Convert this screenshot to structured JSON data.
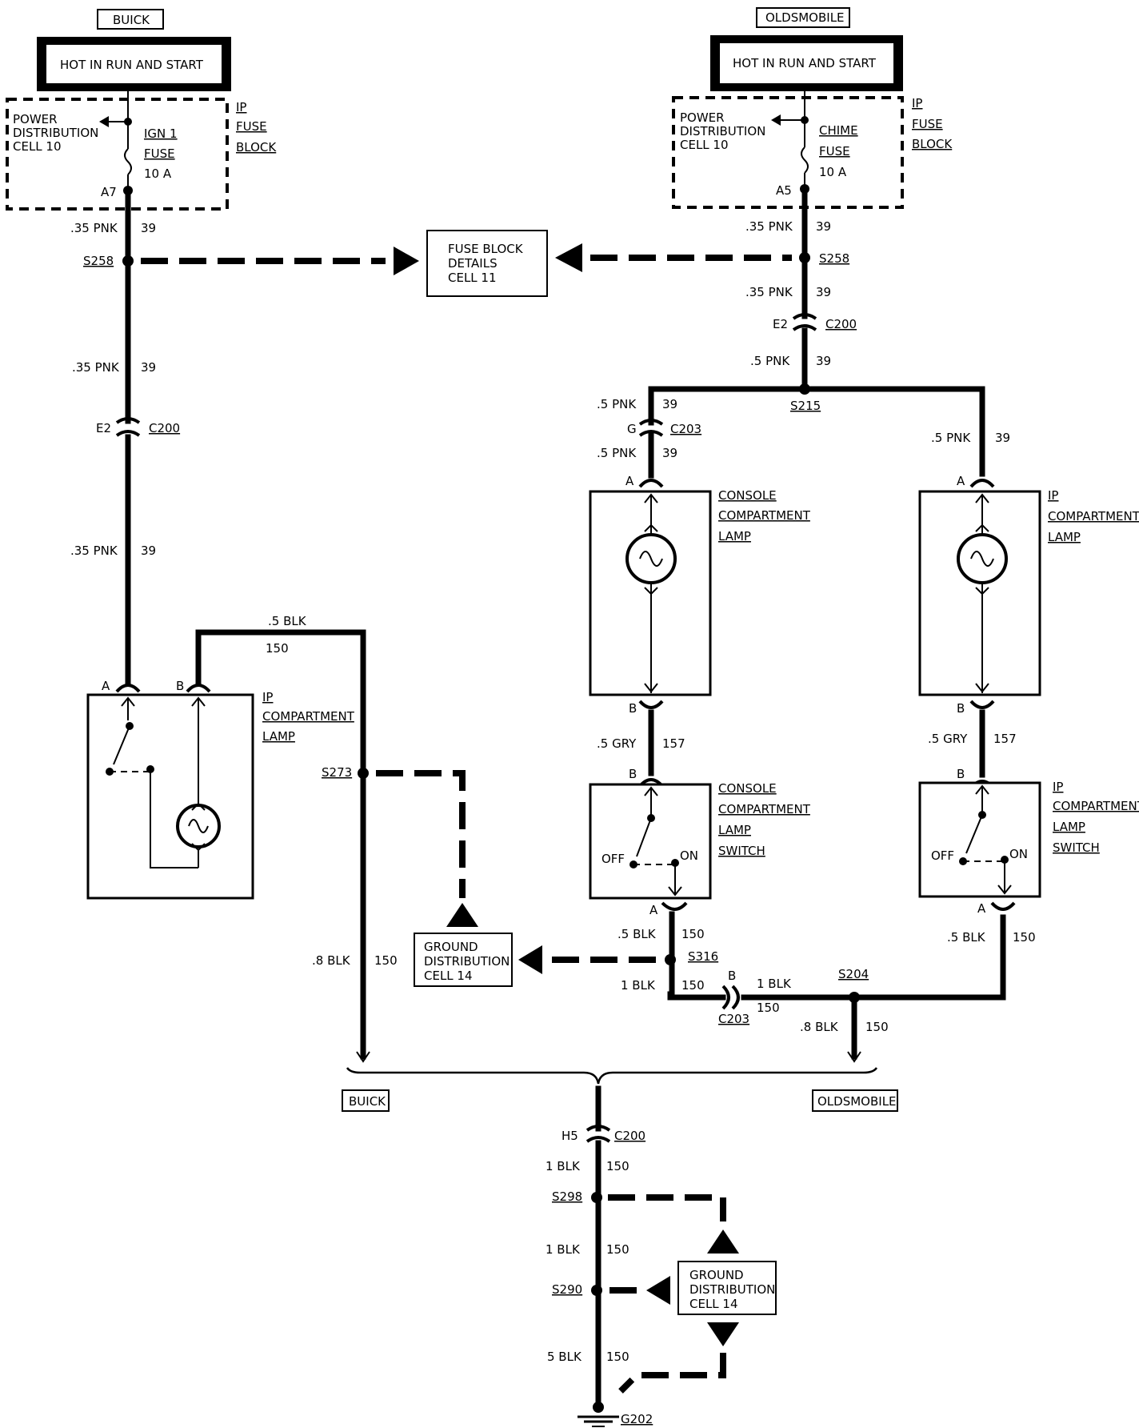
{
  "labels": {
    "buick_top": "BUICK",
    "olds_top": "OLDSMOBILE",
    "hot_left": "HOT IN RUN AND START",
    "hot_right": "HOT IN RUN AND START",
    "pd_left_1": "POWER",
    "pd_left_2": "DISTRIBUTION",
    "pd_left_3": "CELL 10",
    "pd_right_1": "POWER",
    "pd_right_2": "DISTRIBUTION",
    "pd_right_3": "CELL 10",
    "fuse_left_1": "IGN 1",
    "fuse_left_2": "FUSE",
    "fuse_left_3": "10 A",
    "fuse_right_1": "CHIME",
    "fuse_right_2": "FUSE",
    "fuse_right_3": "10 A",
    "ipfb_left_1": "IP",
    "ipfb_left_2": "FUSE",
    "ipfb_left_3": "BLOCK",
    "ipfb_right_1": "IP",
    "ipfb_right_2": "FUSE",
    "ipfb_right_3": "BLOCK",
    "a7": "A7",
    "a5": "A5",
    "fbd_1": "FUSE BLOCK",
    "fbd_2": "DETAILS",
    "fbd_3": "CELL 11",
    "w_l1": ".35 PNK",
    "w_l1n": "39",
    "s258_l": "S258",
    "w_l2": ".35 PNK",
    "w_l2n": "39",
    "e2_l": "E2",
    "c200_l": "C200",
    "w_l3": ".35 PNK",
    "w_l3n": "39",
    "blk5_top": ".5 BLK",
    "n150_top": "150",
    "pin_a_l": "A",
    "pin_b_l": "B",
    "ipc_l_1": "IP",
    "ipc_l_2": "COMPARTMENT",
    "ipc_l_3": "LAMP",
    "s273": "S273",
    "w_l4": ".8 BLK",
    "w_l4n": "150",
    "gd1_1": "GROUND",
    "gd1_2": "DISTRIBUTION",
    "gd1_3": "CELL 14",
    "w_r1": ".35 PNK",
    "w_r1n": "39",
    "s258_r": "S258",
    "w_r2": ".35 PNK",
    "w_r2n": "39",
    "e2_r": "E2",
    "c200_r": "C200",
    "w_r3": ".5 PNK",
    "w_r3n": "39",
    "s215": "S215",
    "w_r4": ".5 PNK",
    "w_r4n": "39",
    "g_pin": "G",
    "c203_top": "C203",
    "w_r5": ".5 PNK",
    "w_r5n": "39",
    "w_r6": ".5 PNK",
    "w_r6n": "39",
    "pin_a_cc": "A",
    "pin_a_ip": "A",
    "ccl_1": "CONSOLE",
    "ccl_2": "COMPARTMENT",
    "ccl_3": "LAMP",
    "ipl_1": "IP",
    "ipl_2": "COMPARTMENT",
    "ipl_3": "LAMP",
    "pin_b_cc1": "B",
    "pin_b_ip1": "B",
    "w_gry_l": ".5 GRY",
    "w_gry_ln": "157",
    "w_gry_r": ".5 GRY",
    "w_gry_rn": "157",
    "pin_b_cc2": "B",
    "pin_b_ip2": "B",
    "ccs_1": "CONSOLE",
    "ccs_2": "COMPARTMENT",
    "ccs_3": "LAMP",
    "ccs_4": "SWITCH",
    "ips_1": "IP",
    "ips_2": "COMPARTMENT",
    "ips_3": "LAMP",
    "ips_4": "SWITCH",
    "off_l": "OFF",
    "on_l": "ON",
    "off_r": "OFF",
    "on_r": "ON",
    "pin_a_ccs": "A",
    "pin_a_ips": "A",
    "w_blk_cc": ".5 BLK",
    "w_blk_ccn": "150",
    "w_blk_ip": ".5 BLK",
    "w_blk_ipn": "150",
    "s316": "S316",
    "w_1blk_a": "1 BLK",
    "w_1blk_an": "150",
    "pin_b_c203": "B",
    "c203_bot": "C203",
    "w_1blk_b": "1 BLK",
    "w_1blk_bn": "150",
    "s204": "S204",
    "w_8blk_r": ".8 BLK",
    "w_8blk_rn": "150",
    "buick_bot": "BUICK",
    "olds_bot": "OLDSMOBILE",
    "h5": "H5",
    "c200_bot": "C200",
    "w_b1": "1 BLK",
    "w_b1n": "150",
    "s298": "S298",
    "w_b2": "1 BLK",
    "w_b2n": "150",
    "s290": "S290",
    "gd2_1": "GROUND",
    "gd2_2": "DISTRIBUTION",
    "gd2_3": "CELL 14",
    "w_b3": "5 BLK",
    "w_b3n": "150",
    "g202": "G202"
  }
}
